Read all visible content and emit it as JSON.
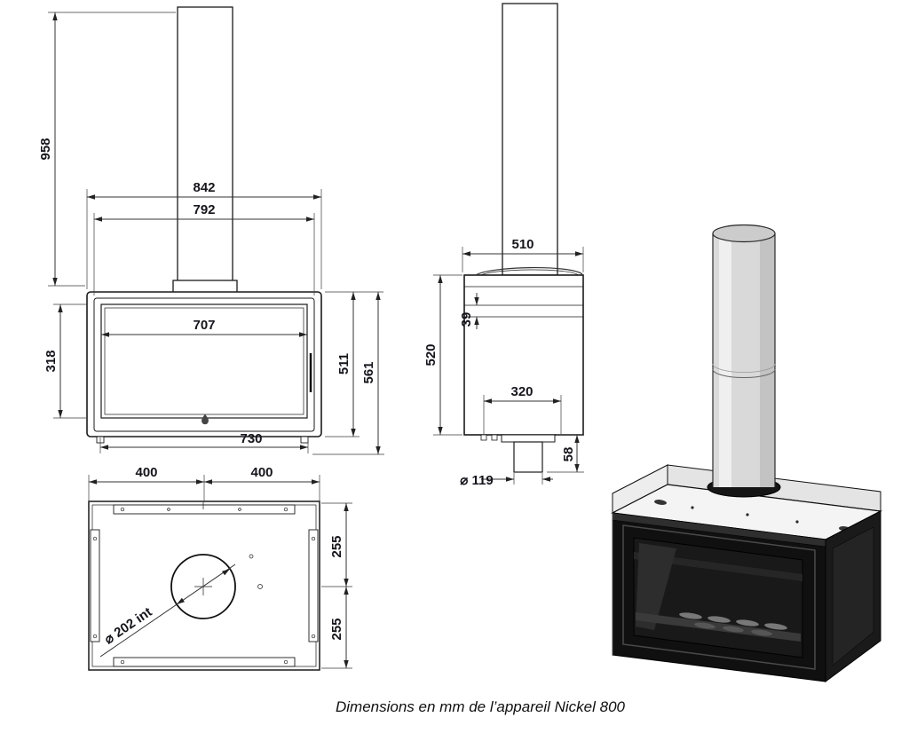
{
  "caption": "Dimensions en mm de l’appareil Nickel 800",
  "front_view": {
    "chimney_height": "958",
    "overall_width": "842",
    "inner_width": "792",
    "glass_width": "707",
    "glass_height": "318",
    "body_height": "511",
    "overall_height": "561",
    "base_width": "730"
  },
  "side_view": {
    "depth": "510",
    "top_inset": "39",
    "height": "520",
    "flue_offset": "320",
    "flue_diameter": "⌀ 119",
    "flue_stub_height": "58"
  },
  "top_view": {
    "left_width": "400",
    "right_width": "400",
    "flue_hole_diameter": "⌀ 202 int",
    "upper_depth": "255",
    "lower_depth": "255"
  }
}
